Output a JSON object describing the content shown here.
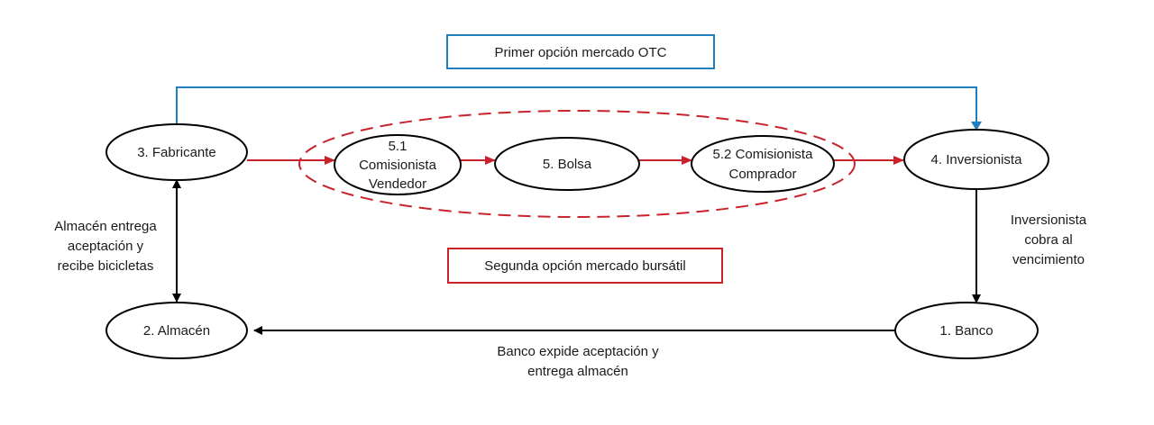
{
  "diagram": {
    "nodes": {
      "fabricante": "3. Fabricante",
      "almacen": "2. Almacén",
      "banco": "1. Banco",
      "inversionista": "4. Inversionista",
      "bolsa": "5. Bolsa",
      "comisionista_vendedor": [
        "5.1",
        "Comisionista",
        "Vendedor"
      ],
      "comisionista_comprador": [
        "5.2 Comisionista",
        "Comprador"
      ]
    },
    "boxes": {
      "otc": "Primer opción mercado OTC",
      "bursatil": "Segunda opción mercado bursátil"
    },
    "edge_labels": {
      "almacen_fabricante": [
        "Almacén entrega",
        "aceptación y",
        "recibe bicicletas"
      ],
      "inversionista_banco": [
        "Inversionista",
        "cobra al",
        "vencimiento"
      ],
      "banco_almacen": [
        "Banco expide aceptación y",
        "entrega almacén"
      ]
    },
    "colors": {
      "otc_line": "#1f7fbf",
      "bursatil_line": "#c8232c",
      "default_line": "#000000"
    }
  }
}
